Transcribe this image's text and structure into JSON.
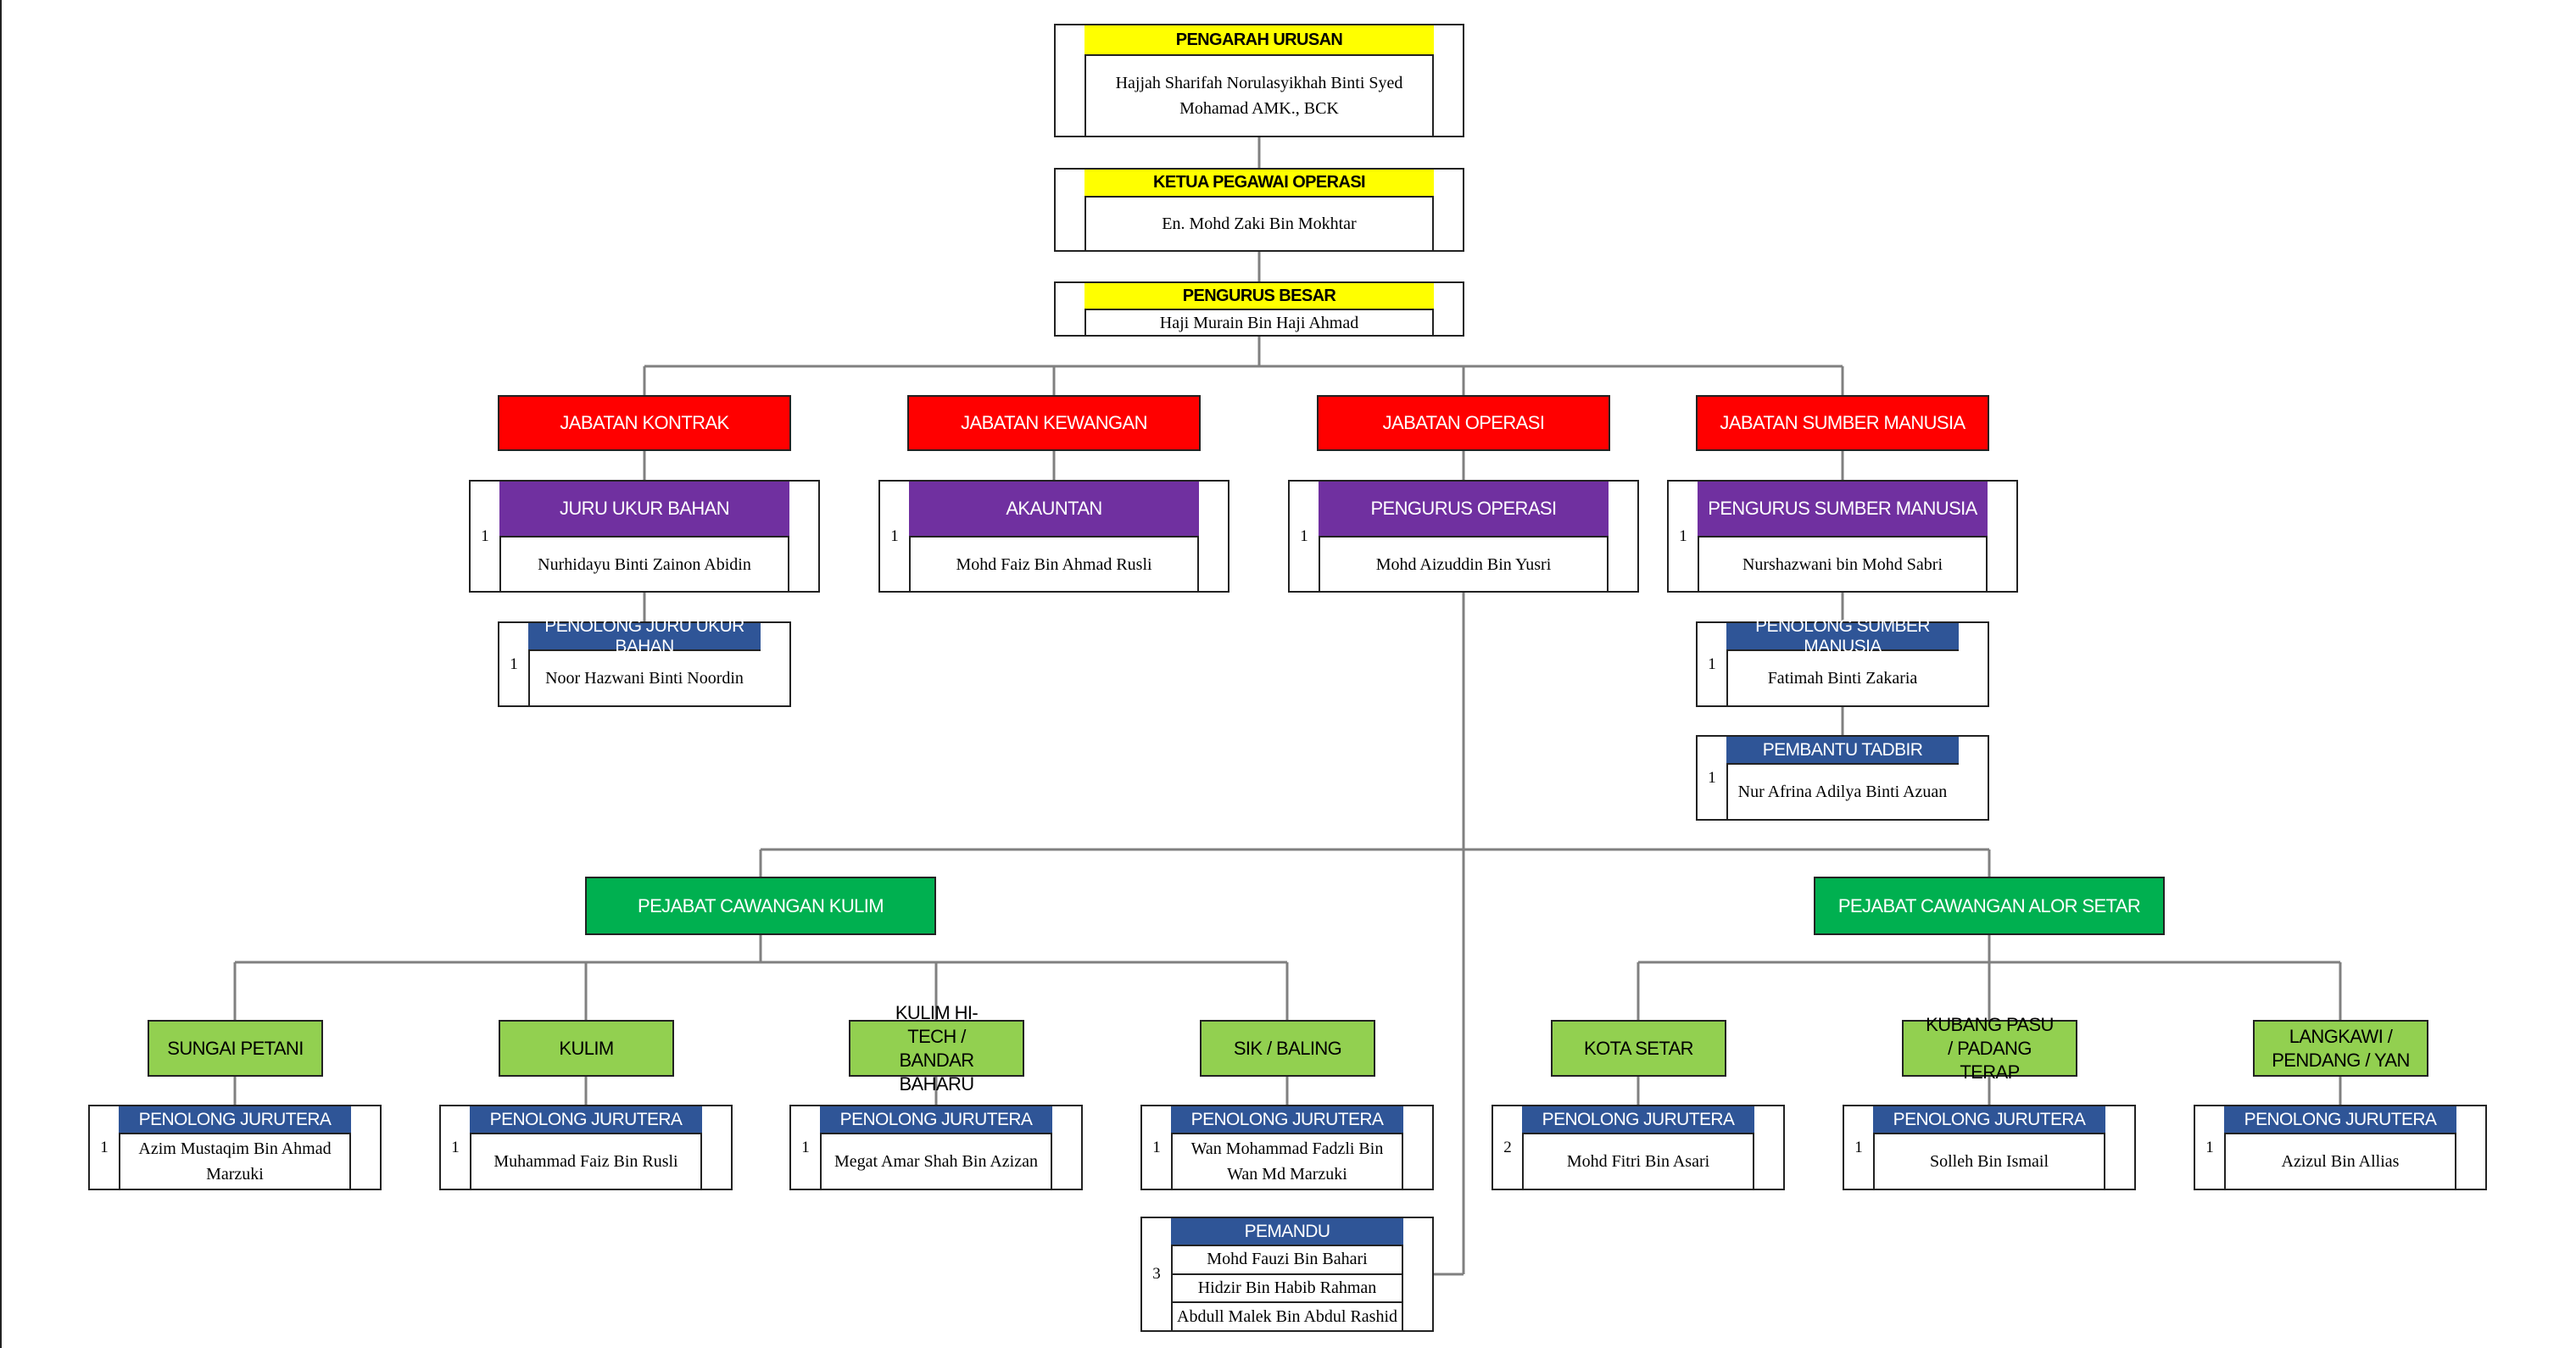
{
  "colors": {
    "executive_header": "#ffff00",
    "department": "#ff0000",
    "position_header": "#7030a0",
    "sub_position_header": "#2f5597",
    "branch": "#00b050",
    "area": "#92d050",
    "connector": "#808080"
  },
  "executives": [
    {
      "title": "PENGARAH URUSAN",
      "name": "Hajjah Sharifah Norulasyikhah Binti Syed Mohamad AMK., BCK"
    },
    {
      "title": "KETUA PEGAWAI OPERASI",
      "name": "En. Mohd Zaki Bin Mokhtar"
    },
    {
      "title": "PENGURUS BESAR",
      "name": "Haji Murain Bin Haji Ahmad"
    }
  ],
  "departments": [
    {
      "name": "JABATAN KONTRAK",
      "head_title": "JURU UKUR BAHAN",
      "head_count": "1",
      "head_name": "Nurhidayu Binti Zainon Abidin"
    },
    {
      "name": "JABATAN KEWANGAN",
      "head_title": "AKAUNTAN",
      "head_count": "1",
      "head_name": "Mohd Faiz Bin Ahmad Rusli"
    },
    {
      "name": "JABATAN OPERASI",
      "head_title": "PENGURUS OPERASI",
      "head_count": "1",
      "head_name": "Mohd Aizuddin Bin Yusri"
    },
    {
      "name": "JABATAN SUMBER MANUSIA",
      "head_title": "PENGURUS SUMBER MANUSIA",
      "head_count": "1",
      "head_name": "Nurshazwani bin Mohd Sabri"
    }
  ],
  "support_staff": [
    {
      "title": "PENOLONG JURU UKUR BAHAN",
      "count": "1",
      "name": "Noor Hazwani Binti Noordin"
    },
    {
      "title": "PENOLONG SUMBER MANUSIA",
      "count": "1",
      "name": "Fatimah Binti Zakaria"
    },
    {
      "title": "PEMBANTU TADBIR",
      "count": "1",
      "name": "Nur Afrina Adilya Binti Azuan"
    }
  ],
  "branches": [
    {
      "name": "PEJABAT CAWANGAN KULIM"
    },
    {
      "name": "PEJABAT CAWANGAN ALOR SETAR"
    }
  ],
  "areas": [
    {
      "name": "SUNGAI PETANI",
      "staff_title": "PENOLONG JURUTERA",
      "count": "1",
      "staff_name": "Azim Mustaqim Bin Ahmad Marzuki"
    },
    {
      "name": "KULIM",
      "staff_title": "PENOLONG JURUTERA",
      "count": "1",
      "staff_name": "Muhammad Faiz Bin Rusli"
    },
    {
      "name": "KULIM HI-TECH / BANDAR BAHARU",
      "staff_title": "PENOLONG JURUTERA",
      "count": "1",
      "staff_name": "Megat Amar Shah Bin Azizan"
    },
    {
      "name": "SIK / BALING",
      "staff_title": "PENOLONG JURUTERA",
      "count": "1",
      "staff_name": "Wan Mohammad Fadzli Bin Wan Md Marzuki"
    },
    {
      "name": "KOTA SETAR",
      "staff_title": "PENOLONG JURUTERA",
      "count": "2",
      "staff_name": "Mohd Fitri Bin Asari"
    },
    {
      "name": "KUBANG PASU / PADANG TERAP",
      "staff_title": "PENOLONG JURUTERA",
      "count": "1",
      "staff_name": "Solleh Bin Ismail"
    },
    {
      "name": "LANGKAWI / PENDANG / YAN",
      "staff_title": "PENOLONG JURUTERA",
      "count": "1",
      "staff_name": "Azizul Bin Allias"
    }
  ],
  "pemandu": {
    "title": "PEMANDU",
    "count": "3",
    "names": [
      "Mohd Fauzi Bin Bahari",
      "Hidzir Bin Habib Rahman",
      "Abdull Malek Bin Abdul Rashid"
    ]
  }
}
